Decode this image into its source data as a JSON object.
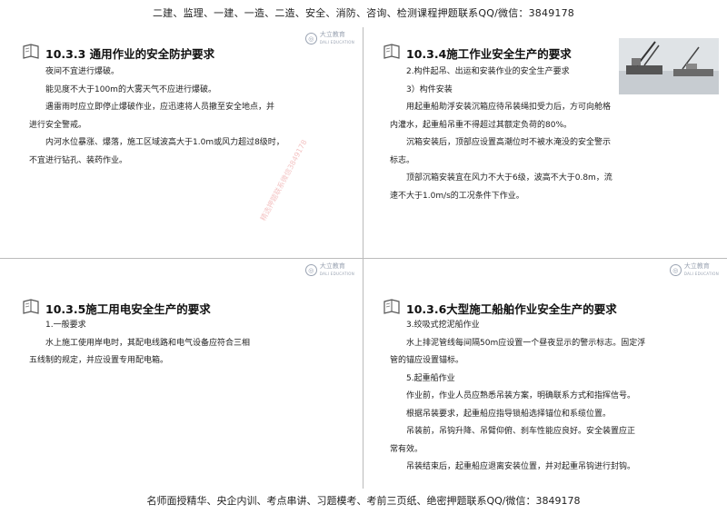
{
  "header": {
    "text": "二建、监理、一建、一造、二造、安全、消防、咨询、检测课程押题联系QQ/微信：3849178"
  },
  "footer": {
    "text": "名师面授精华、央企内训、考点串讲、习题模考、考前三页纸、绝密押题联系QQ/微信：3849178"
  },
  "logo": {
    "name": "大立教育",
    "sub": "DALI EDUCATION"
  },
  "watermark": "精选押题联系微信3849178",
  "panels": [
    {
      "title": "10.3.3 通用作业的安全防护要求",
      "lines": [
        "夜间不宜进行爆破。",
        "能见度不大于100m的大雾天气不应进行爆破。",
        "遇雷雨时应立即停止爆破作业，应迅速将人员撤至安全地点，并",
        "进行安全警戒。",
        "内河水位暴涨、爆落，施工区域波高大于1.0m或风力超过8级时，",
        "不宜进行钻孔、装药作业。"
      ]
    },
    {
      "title": "10.3.4施工作业安全生产的要求",
      "lines": [
        "2.构件起吊、出运和安装作业的安全生产要求",
        "3）构件安装",
        "用起重船助浮安装沉箱应待吊装绳扣受力后，方可向舱格",
        "内灌水，起重船吊重不得超过其额定负荷的80%。",
        "沉箱安装后，顶部应设置高潮位时不被水淹没的安全警示",
        "标志。",
        "顶部沉箱安装宜在风力不大于6级，波高不大于0.8m，流",
        "速不大于1.0m/s的工况条件下作业。"
      ]
    },
    {
      "title": "10.3.5施工用电安全生产的要求",
      "lines": [
        "1.一般要求",
        "水上施工使用岸电时，其配电线路和电气设备应符合三相",
        "五线制的规定，并应设置专用配电箱。"
      ]
    },
    {
      "title": "10.3.6大型施工船舶作业安全生产的要求",
      "lines": [
        "3.绞吸式挖泥船作业",
        "水上排泥管线每间隔50m应设置一个昼夜显示的警示标志。固定浮",
        "管的锚应设置锚标。",
        "5.起重船作业",
        "作业前，作业人员应熟悉吊装方案，明确联系方式和指挥信号。",
        "根据吊装要求，起重船应指导锁船选择锚位和系缆位置。",
        "吊装前，吊钩升降、吊臂仰俯、刹车性能应良好。安全装置应正",
        "常有效。",
        "吊装结束后，起重船应退离安装位置，并对起重吊钩进行封钩。"
      ]
    }
  ]
}
